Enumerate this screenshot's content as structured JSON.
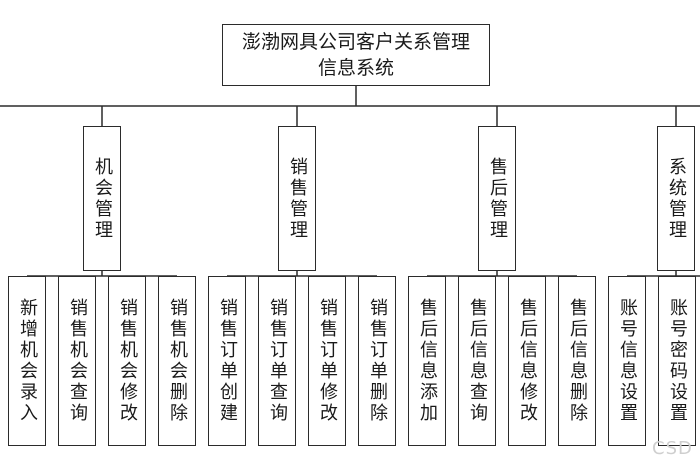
{
  "root": {
    "line1": "澎渤网具公司客户关系管理",
    "line2": "信息系统"
  },
  "modules": [
    {
      "label": "机会管理",
      "children": [
        "新增机会录入",
        "销售机会查询",
        "销售机会修改",
        "销售机会删除"
      ]
    },
    {
      "label": "销售管理",
      "children": [
        "销售订单创建",
        "销售订单查询",
        "销售订单修改",
        "销售订单删除"
      ]
    },
    {
      "label": "售后管理",
      "children": [
        "售后信息添加",
        "售后信息查询",
        "售后信息修改",
        "售后信息删除"
      ]
    },
    {
      "label": "系统管理",
      "children": [
        "账号信息设置",
        "账号密码设置"
      ]
    }
  ],
  "watermark": "CSD",
  "colors": {
    "line": "#2b2b2b",
    "box_border": "#2b2b2b",
    "background": "#ffffff",
    "watermark": "#cfcfcf"
  }
}
